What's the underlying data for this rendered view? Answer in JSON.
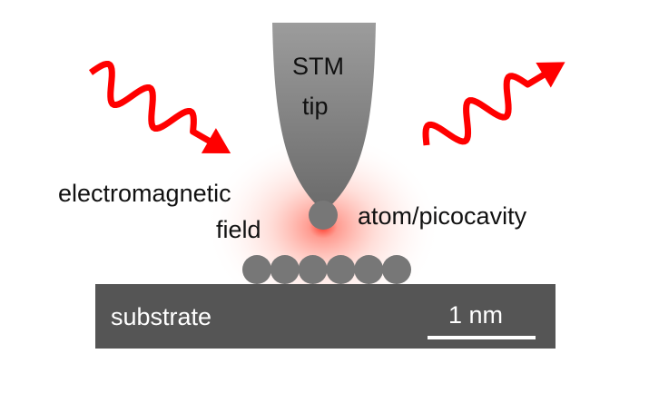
{
  "labels": {
    "tip": "STM",
    "tip2": "tip",
    "field1": "electromagnetic",
    "field2": "field",
    "atom": "atom/picocavity",
    "substrate": "substrate",
    "scale": "1 nm"
  },
  "colors": {
    "wave": "#ff0000",
    "tip_top": "#9a9a9a",
    "tip_bottom": "#707070",
    "atom": "#777777",
    "substrate": "#555555",
    "glow": "#ff2a1a"
  },
  "substrate_atom_count": 6
}
